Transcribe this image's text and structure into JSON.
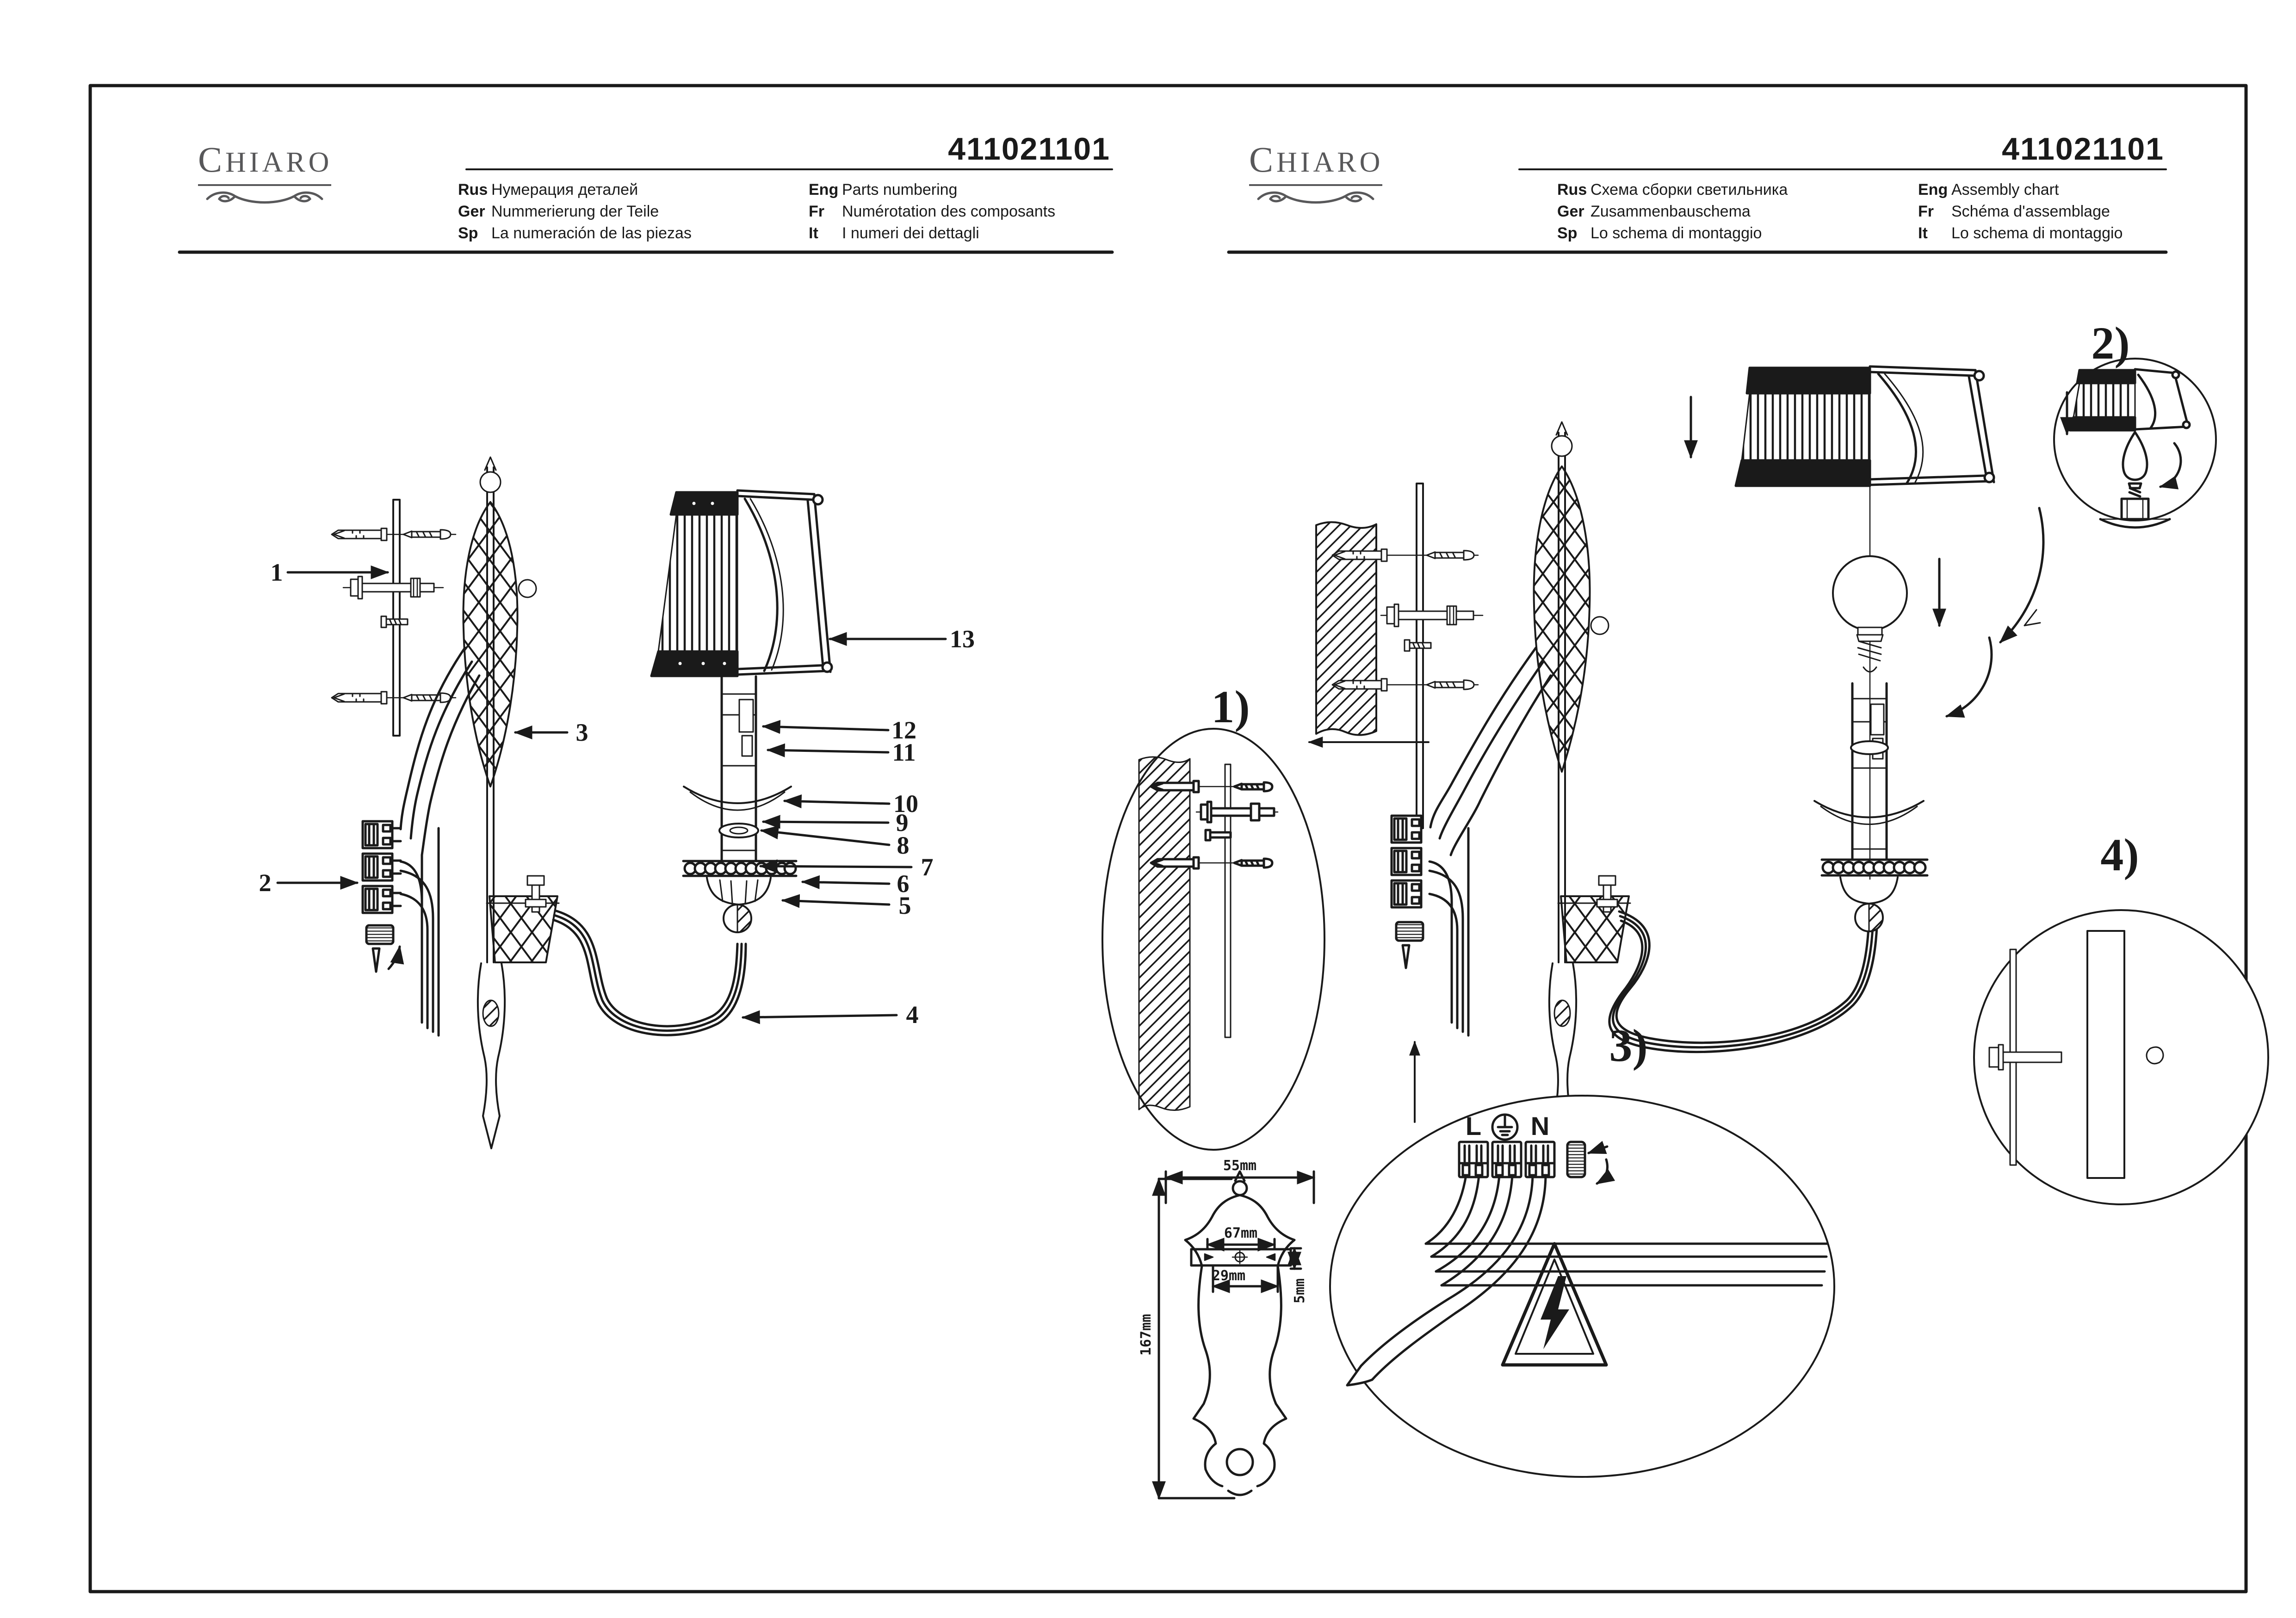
{
  "page": {
    "left": {
      "brand": "CHIARO",
      "code": "411021101",
      "languages": [
        {
          "key": "Rus",
          "text": "Нумерация деталей"
        },
        {
          "key": "Ger",
          "text": "Nummerierung der Teile"
        },
        {
          "key": "Sp",
          "text": "La numeración de las piezas"
        },
        {
          "key": "Eng",
          "text": "Parts numbering"
        },
        {
          "key": "Fr",
          "text": "Numérotation des composants"
        },
        {
          "key": "It",
          "text": "I numeri dei dettagli"
        }
      ],
      "callouts": [
        "1",
        "2",
        "3",
        "4",
        "5",
        "6",
        "7",
        "8",
        "9",
        "10",
        "11",
        "12",
        "13"
      ],
      "dimensions": {
        "top_width": "55mm",
        "bracket_span": "67mm",
        "hole_offset": "29mm",
        "plate_height": "167mm",
        "bar_offset": "5mm"
      }
    },
    "right": {
      "brand": "CHIARO",
      "code": "411021101",
      "languages": [
        {
          "key": "Rus",
          "text": "Схема сборки светильника"
        },
        {
          "key": "Ger",
          "text": "Zusammenbauschema"
        },
        {
          "key": "Sp",
          "text": "Lo schema di montaggio"
        },
        {
          "key": "Eng",
          "text": "Assembly chart"
        },
        {
          "key": "Fr",
          "text": "Schéma d'assemblage"
        },
        {
          "key": "It",
          "text": "Lo schema di montaggio"
        }
      ],
      "steps": [
        "1)",
        "2)",
        "3)",
        "4)"
      ],
      "wiring": {
        "live": "L",
        "neutral": "N",
        "earth_icon": "earth-ground-icon"
      }
    },
    "colors": {
      "ink": "#1a1a1a",
      "logo_gray": "#58585a",
      "paper": "#ffffff"
    }
  }
}
